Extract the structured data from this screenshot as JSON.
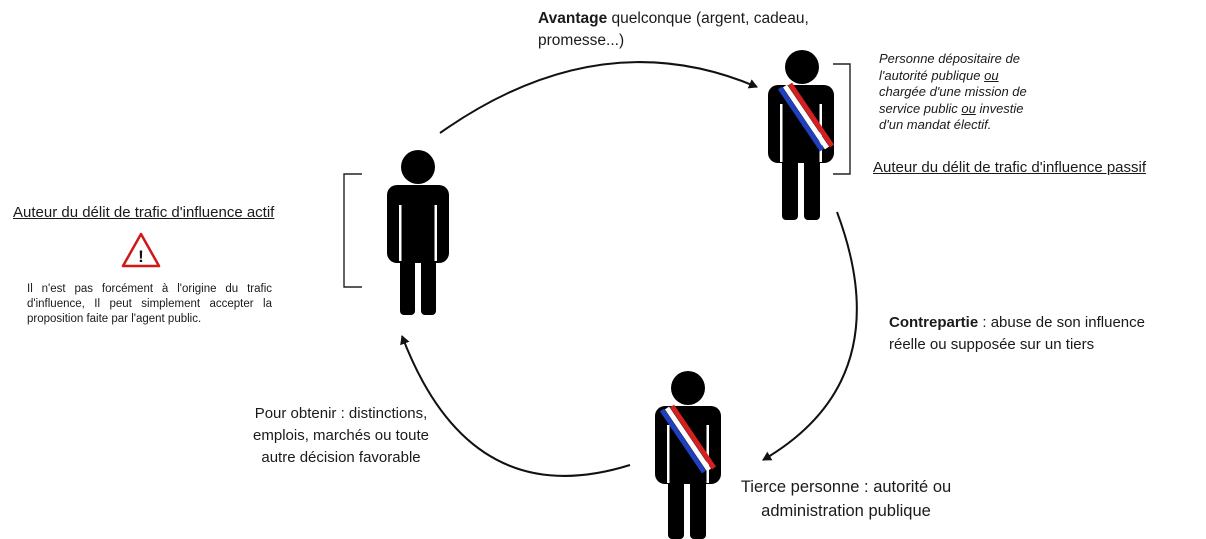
{
  "labels": {
    "advantage_bold": "Avantage",
    "advantage_rest": " quelconque (argent, cadeau,",
    "advantage_line2": "promesse...)",
    "right_desc": {
      "line1": "Personne dépositaire de",
      "line2a": "l'autorité publique ",
      "line2_ou": "ou",
      "line3": "chargée d'une mission de",
      "line4a": "service public ",
      "line4_ou": "ou",
      "line4b": " investie",
      "line5": "d'un mandat électif."
    },
    "passive_author": "Auteur du délit de trafic d'influence passif",
    "active_author": "Auteur du délit de trafic d'influence actif",
    "warning_note": "Il n'est pas forcément à l'origine du trafic d'influence, Il peut simplement accepter la proposition faite par l'agent public.",
    "counterpart_bold": "Contrepartie",
    "counterpart_rest": " : abuse de son influence",
    "counterpart_line2": "réelle ou supposée sur un tiers",
    "obtain_line1": "Pour obtenir : distinctions,",
    "obtain_line2": "emplois, marchés ou toute",
    "obtain_line3": "autre décision favorable",
    "third_line1": "Tierce personne : autorité ou",
    "third_line2": "administration publique",
    "warning_symbol": "!"
  },
  "icons": {
    "figures": [
      "person-icon",
      "person-with-sash-icon"
    ],
    "warning": "warning-triangle-icon"
  },
  "colors": {
    "figure": "#000000",
    "sash_blue": "#1f3fbf",
    "sash_white": "#ffffff",
    "sash_red": "#d42020",
    "warning_red": "#d01818",
    "arrow": "#111111"
  }
}
